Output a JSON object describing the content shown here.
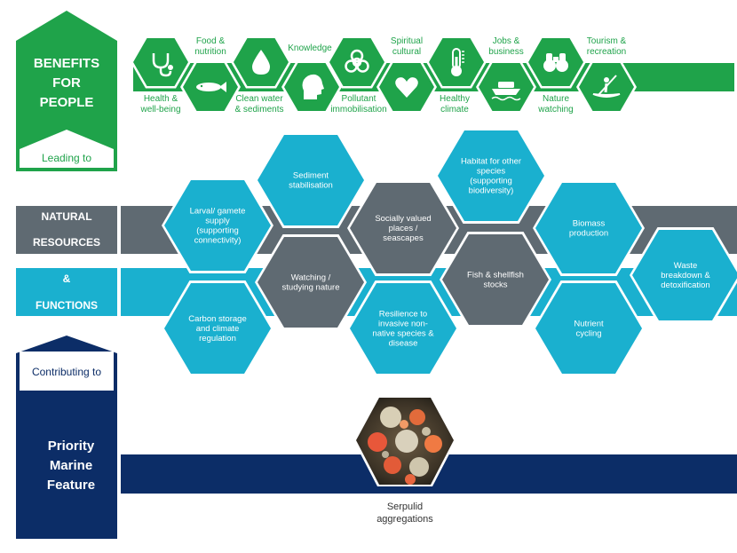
{
  "colors": {
    "green": "#1fa34a",
    "teal": "#1ab0cf",
    "grey": "#5f6a72",
    "navy": "#0c2d67",
    "white": "#ffffff"
  },
  "benefits_panel": {
    "title_line1": "BENEFITS",
    "title_line2": "FOR",
    "title_line3": "PEOPLE",
    "subtitle": "Leading to"
  },
  "benefits": [
    {
      "label_line1": "Health &",
      "label_line2": "well-being",
      "icon": "stethoscope-icon"
    },
    {
      "label_line1": "Food &",
      "label_line2": "nutrition",
      "icon": "fish-icon"
    },
    {
      "label_line1": "Clean water",
      "label_line2": "& sediments",
      "icon": "water-drop-icon"
    },
    {
      "label_line1": "Knowledge",
      "label_line2": "",
      "icon": "head-icon"
    },
    {
      "label_line1": "Pollutant",
      "label_line2": "immobilisation",
      "icon": "biohazard-icon"
    },
    {
      "label_line1": "Spiritual",
      "label_line2": "cultural",
      "icon": "heart-icon"
    },
    {
      "label_line1": "Healthy",
      "label_line2": "climate",
      "icon": "thermometer-icon"
    },
    {
      "label_line1": "Jobs &",
      "label_line2": "business",
      "icon": "boat-icon"
    },
    {
      "label_line1": "Nature",
      "label_line2": "watching",
      "icon": "binoculars-icon"
    },
    {
      "label_line1": "Tourism &",
      "label_line2": "recreation",
      "icon": "kayak-icon"
    }
  ],
  "resources_panel": {
    "line1": "NATURAL",
    "line2": "RESOURCES",
    "line3": "&",
    "line4": "FUNCTIONS"
  },
  "functions": [
    {
      "lines": [
        "Larval/ gamete",
        "supply",
        "(supporting",
        "connectivity)"
      ],
      "tone": "teal"
    },
    {
      "lines": [
        "Sediment",
        "stabilisation"
      ],
      "tone": "teal"
    },
    {
      "lines": [
        "Carbon storage",
        "and climate",
        "regulation"
      ],
      "tone": "teal"
    },
    {
      "lines": [
        "Watching /",
        "studying nature"
      ],
      "tone": "grey"
    },
    {
      "lines": [
        "Socially valued",
        "places /",
        "seascapes"
      ],
      "tone": "grey"
    },
    {
      "lines": [
        "Resilience to",
        "invasive non-",
        "native species &",
        "disease"
      ],
      "tone": "teal"
    },
    {
      "lines": [
        "Habitat for other",
        "species",
        "(supporting",
        "biodiversity)"
      ],
      "tone": "teal"
    },
    {
      "lines": [
        "Fish & shellfish",
        "stocks"
      ],
      "tone": "grey"
    },
    {
      "lines": [
        "Biomass",
        "production"
      ],
      "tone": "teal"
    },
    {
      "lines": [
        "Nutrient",
        "cycling"
      ],
      "tone": "teal"
    },
    {
      "lines": [
        "Waste",
        "breakdown &",
        "detoxification"
      ],
      "tone": "teal"
    }
  ],
  "priority_panel": {
    "subtitle": "Contributing to",
    "line1": "Priority",
    "line2": "Marine",
    "line3": "Feature"
  },
  "feature": {
    "label_line1": "Serpulid",
    "label_line2": "aggregations"
  }
}
